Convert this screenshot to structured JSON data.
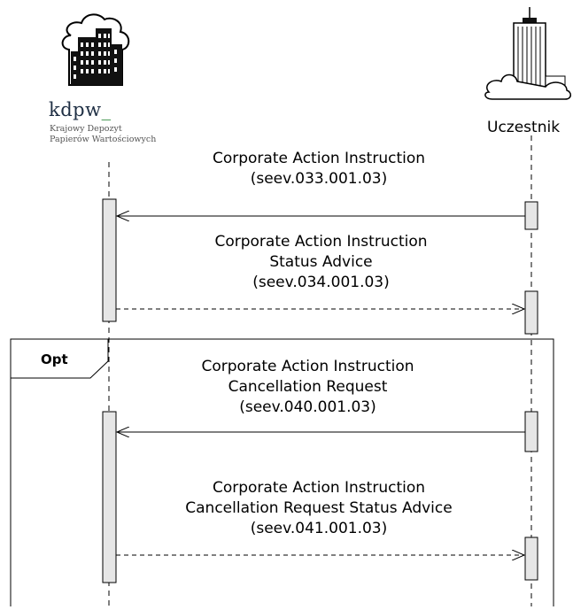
{
  "lifelines": {
    "left": {
      "brand": "kdpw",
      "brand_suffix": "_",
      "subtitle_line1": "Krajowy Depozyt",
      "subtitle_line2": "Papierów Wartościowych"
    },
    "right": {
      "name": "Uczestnik"
    }
  },
  "fragment": {
    "operator": "Opt"
  },
  "messages": [
    {
      "line1": "Corporate Action Instruction",
      "line2": "(seev.033.001.03)",
      "line3": "",
      "direction": "to-left",
      "style": "solid"
    },
    {
      "line1": "Corporate Action Instruction",
      "line2": "Status Advice",
      "line3": "(seev.034.001.03)",
      "direction": "to-right",
      "style": "dashed"
    },
    {
      "line1": "Corporate Action Instruction",
      "line2": "Cancellation Request",
      "line3": "(seev.040.001.03)",
      "direction": "to-left",
      "style": "solid"
    },
    {
      "line1": "Corporate Action Instruction",
      "line2": "Cancellation Request Status Advice",
      "line3": "(seev.041.001.03)",
      "direction": "to-right",
      "style": "dashed"
    }
  ],
  "colors": {
    "activation_fill": "#e6e6e6",
    "line": "#000000",
    "brand_text": "#1f2f44",
    "building_dark": "#111111"
  }
}
